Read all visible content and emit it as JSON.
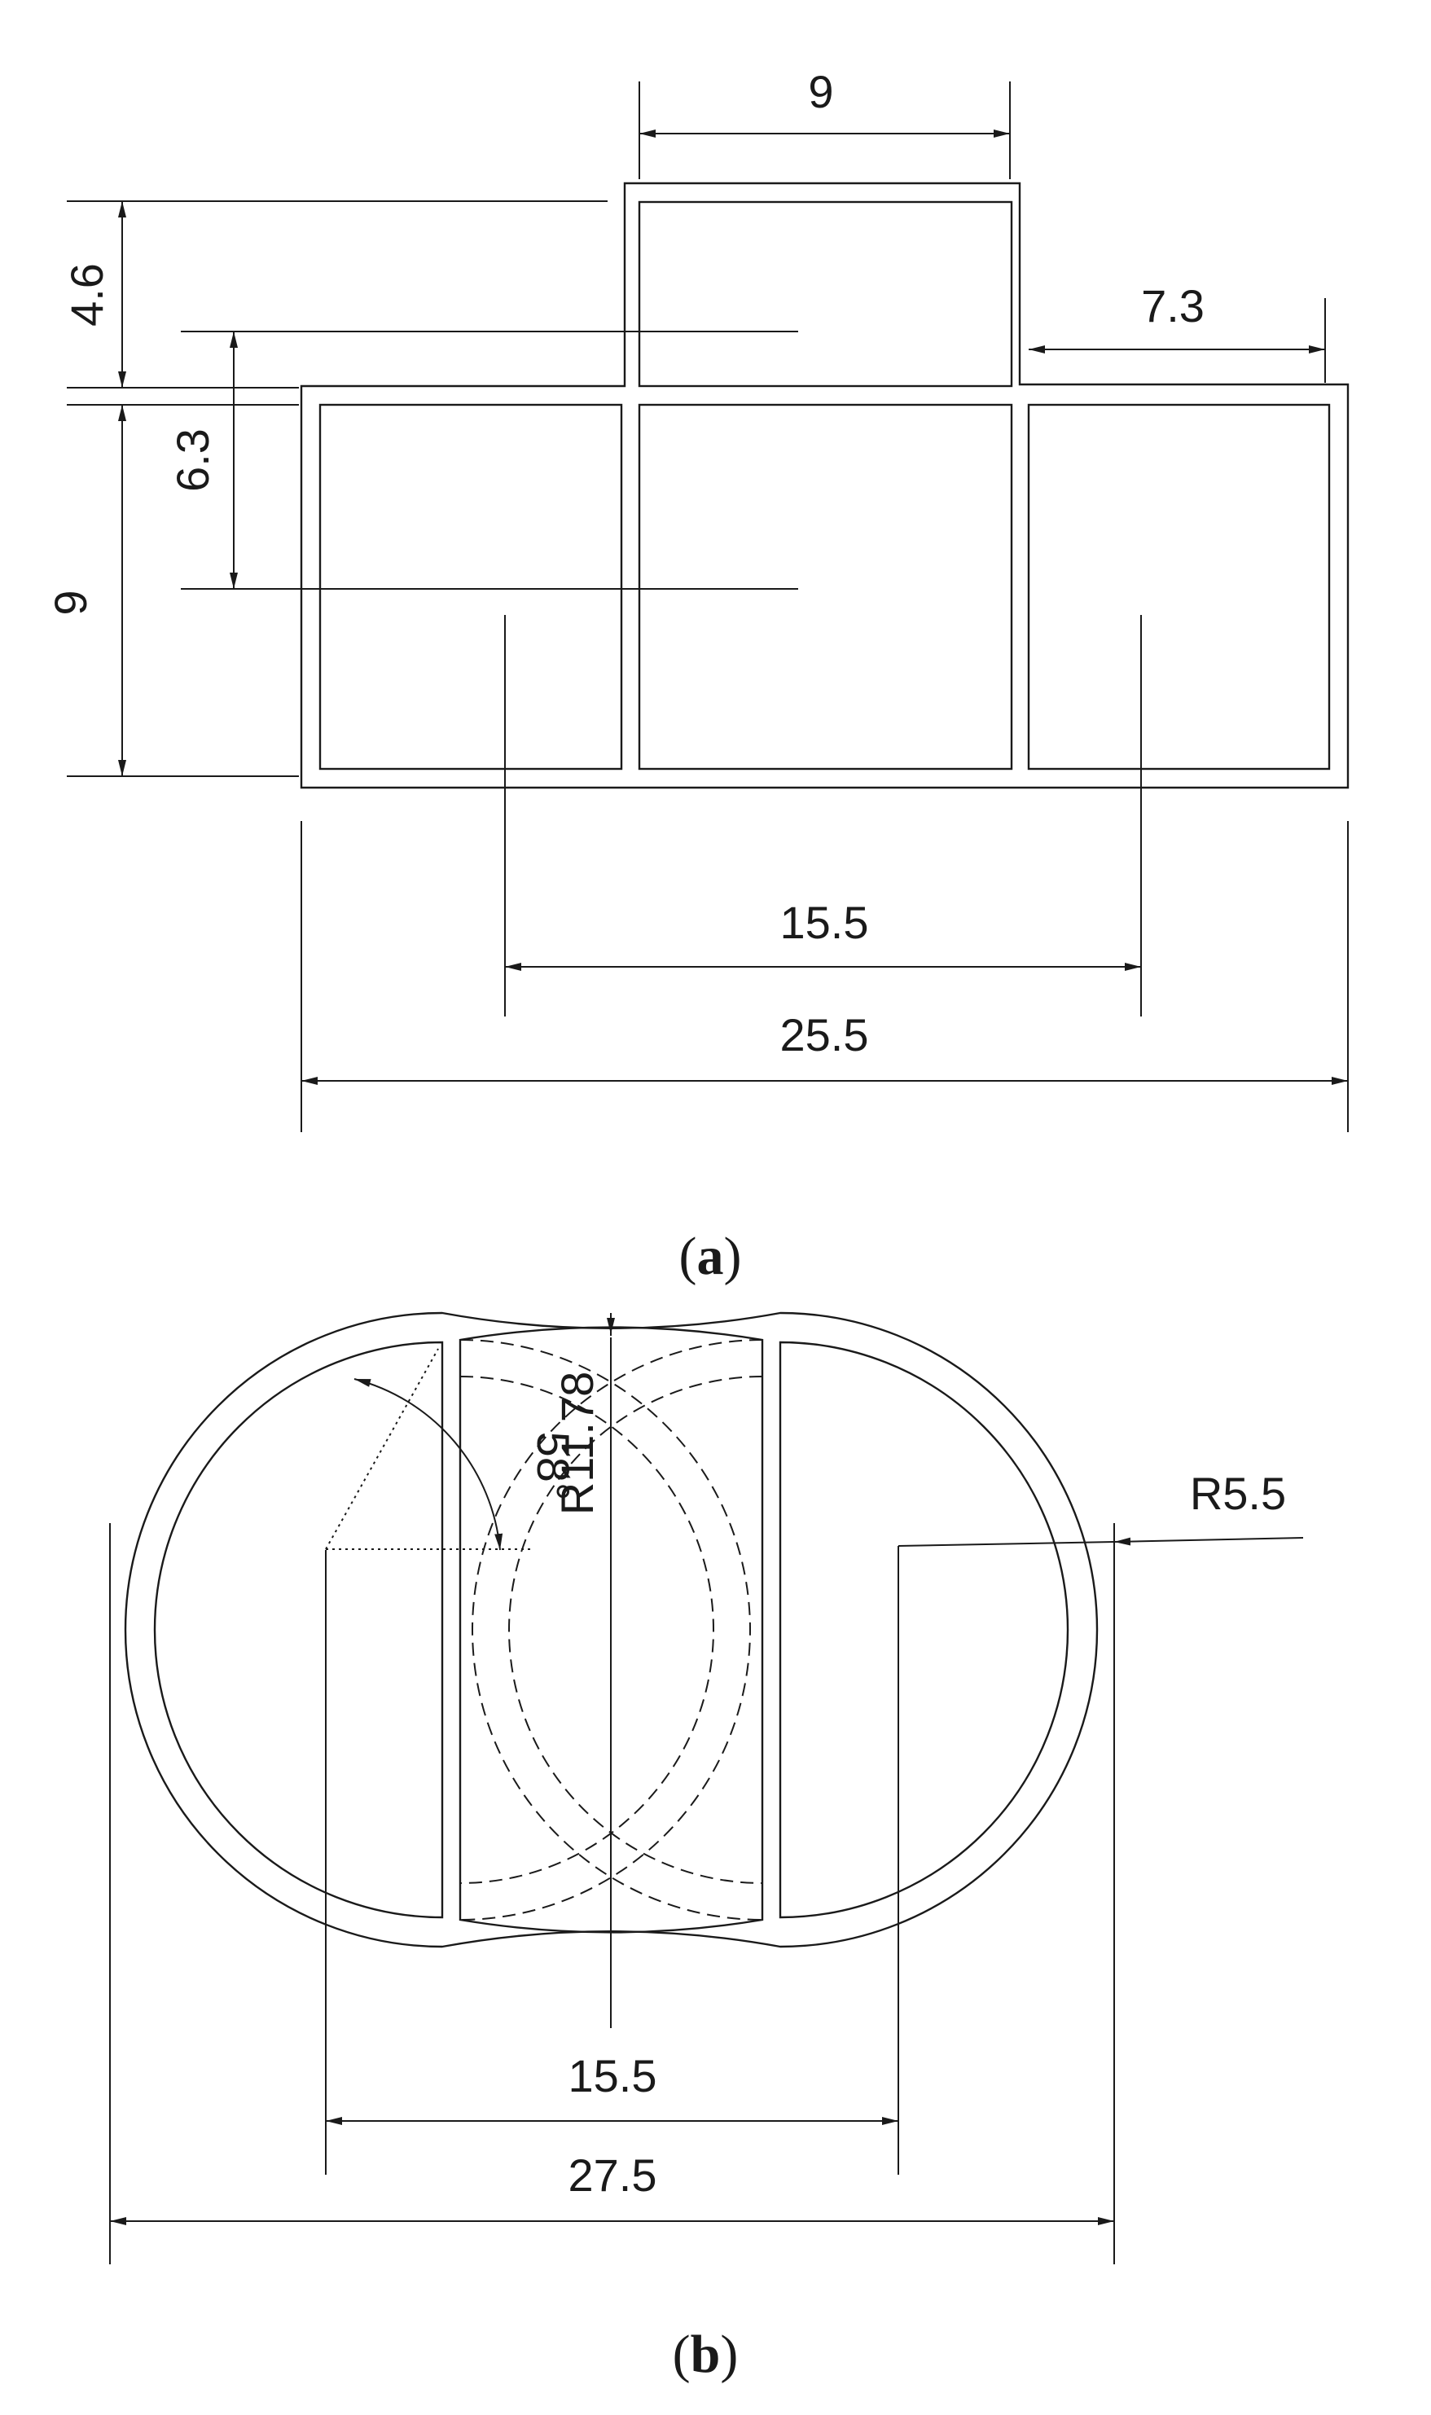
{
  "figure_a": {
    "caption_open": "(",
    "caption_letter": "a",
    "caption_close": ")",
    "dimensions": {
      "top_cell_width": "9",
      "top_step_height": "4.6",
      "offset_height": "6.3",
      "right_cell_width": "7.3",
      "cell_height": "9",
      "center_span": "15.5",
      "overall_width": "25.5"
    }
  },
  "figure_b": {
    "caption_open": "(",
    "caption_letter": "b",
    "caption_close": ")",
    "dimensions": {
      "center_radius": "R11.78",
      "angle": "58°",
      "side_radius": "R5.5",
      "center_span": "15.5",
      "overall_width": "27.5"
    }
  },
  "colors": {
    "line": "#1a1a1a",
    "background": "#ffffff"
  }
}
